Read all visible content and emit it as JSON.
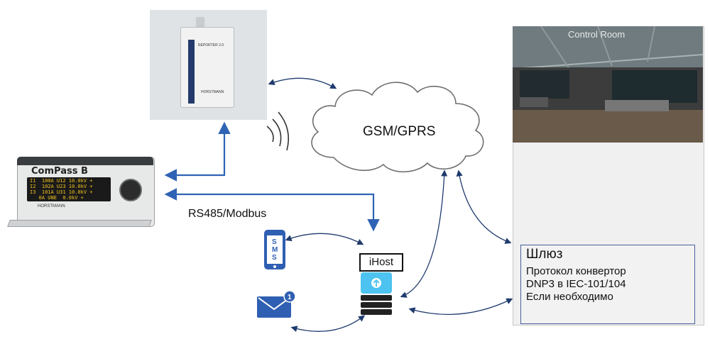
{
  "reporter": {
    "label": "REPORTER 2.0",
    "brand": "HORSTMANN"
  },
  "compass": {
    "title": "ComPass B",
    "display_lines": [
      "I1  100A U12 10.0kV +",
      "I2  102A U23 10.0kV +",
      "I3  101A U31 10.0kV +",
      "   0A UNE  0.0kV +"
    ],
    "brand": "HORSTMANN"
  },
  "network": {
    "cloud_label": "GSM/GPRS"
  },
  "bus": {
    "label": "RS485/Modbus"
  },
  "sms": {
    "label": "SMS"
  },
  "email": {
    "badge": "1"
  },
  "ihost": {
    "label": "iHost"
  },
  "control_room": {
    "label": "Control Room"
  },
  "gateway": {
    "title": "Шлюз",
    "lines": [
      "Протокол конвертор",
      "DNP3 в IEC-101/104",
      "Если необходимо"
    ]
  },
  "colors": {
    "arrow_blue": "#2f63b4",
    "link_dark": "#1f3b6e",
    "ihost_cyan": "#4cc3f0"
  }
}
